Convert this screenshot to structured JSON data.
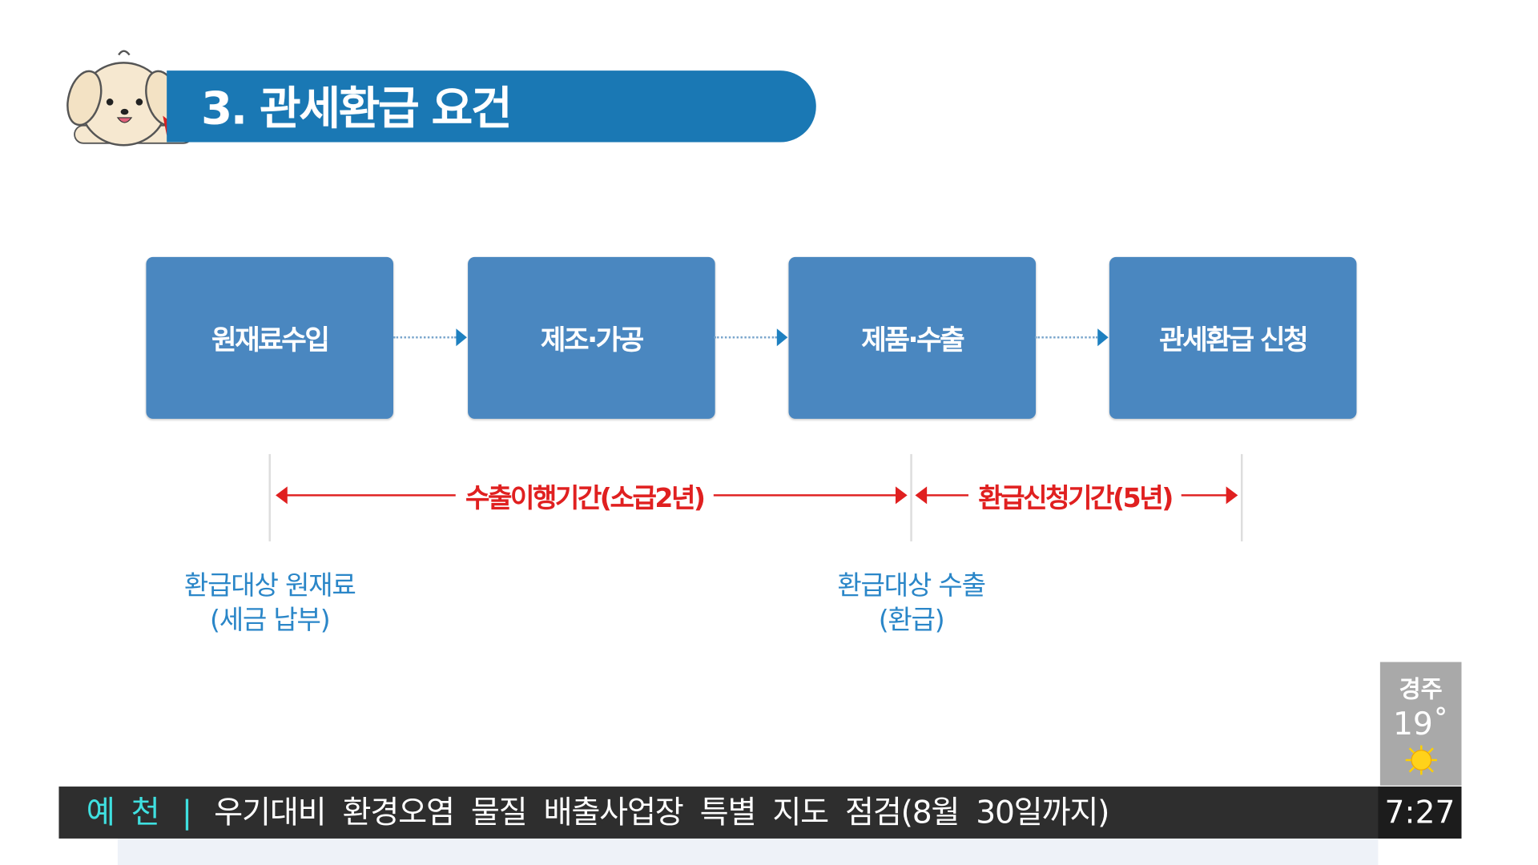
{
  "header": {
    "title": "3. 관세환급 요건"
  },
  "flow": {
    "steps": [
      "원재료수입",
      "제조·가공",
      "제품·수출",
      "관세환급 신청"
    ]
  },
  "periods": {
    "export_period": "수출이행기간(소급2년)",
    "refund_period": "환급신청기간(5년)"
  },
  "notes": {
    "left": {
      "line1": "환급대상 원재료",
      "line2": "(세금 납부)"
    },
    "right": {
      "line1": "환급대상 수출",
      "line2": "(환급)"
    }
  },
  "weather": {
    "city": "경주",
    "temperature": "19˚",
    "icon": "sun-icon"
  },
  "ticker": {
    "region": "예 천",
    "separator": "|",
    "headline": "우기대비 환경오염 물질 배출사업장 특별 지도 점검(8월 30일까지)",
    "time": "7:27"
  },
  "colors": {
    "title_bar": "#1a78b4",
    "box": "#4a87c0",
    "red": "#e02020",
    "note_blue": "#2a86c8",
    "ticker_region": "#3fe0e0"
  }
}
